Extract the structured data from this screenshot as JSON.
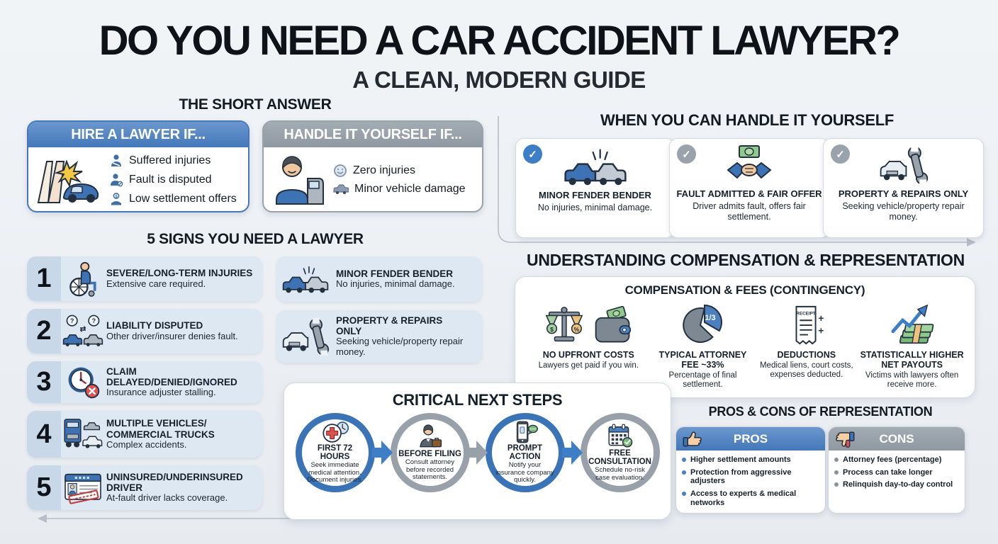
{
  "page": {
    "title": "DO YOU NEED A CAR ACCIDENT LAWYER?",
    "subtitle": "A CLEAN, MODERN GUIDE"
  },
  "short_answer": {
    "heading": "THE SHORT ANSWER",
    "hire_card": {
      "header": "HIRE A LAWYER IF...",
      "items": [
        {
          "label": "Suffered injuries"
        },
        {
          "label": "Fault is disputed"
        },
        {
          "label": "Low settlement offers"
        }
      ]
    },
    "diy_card": {
      "header": "HANDLE IT YOURSELF IF...",
      "items": [
        {
          "label": "Zero injuries"
        },
        {
          "label": "Minor vehicle damage"
        }
      ]
    }
  },
  "signs": {
    "heading": "5 SIGNS YOU NEED A LAWYER",
    "items": [
      {
        "number": "1",
        "title": "SEVERE/LONG-TERM INJURIES",
        "desc": "Extensive care required."
      },
      {
        "number": "2",
        "title": "LIABILITY DISPUTED",
        "desc": "Other driver/insurer denies fault."
      },
      {
        "number": "3",
        "title": "CLAIM DELAYED/DENIED/IGNORED",
        "desc": "Insurance adjuster stalling."
      },
      {
        "number": "4",
        "title": "MULTIPLE VEHICLES/ COMMERCIAL TRUCKS",
        "desc": "Complex accidents."
      },
      {
        "number": "5",
        "title": "UNINSURED/UNDERINSURED DRIVER",
        "desc": "At-fault driver lacks coverage."
      }
    ],
    "side_items": [
      {
        "title": "MINOR FENDER BENDER",
        "desc": "No injuries, minimal damage."
      },
      {
        "title": "PROPERTY & REPAIRS ONLY",
        "desc": "Seeking vehicle/property repair money."
      }
    ]
  },
  "diy_section": {
    "heading": "WHEN YOU CAN HANDLE IT YOURSELF",
    "cards": [
      {
        "title": "MINOR FENDER BENDER",
        "desc": "No injuries, minimal damage."
      },
      {
        "title": "FAULT ADMITTED & FAIR OFFER",
        "desc": "Driver admits fault, offers fair settlement."
      },
      {
        "title": "PROPERTY & REPAIRS ONLY",
        "desc": "Seeking vehicle/property repair money."
      }
    ]
  },
  "compensation": {
    "heading": "UNDERSTANDING COMPENSATION & REPRESENTATION",
    "panel_title": "COMPENSATION & FEES (CONTINGENCY)",
    "features": [
      {
        "title": "NO UPFRONT COSTS",
        "desc": "Lawyers get paid if you win."
      },
      {
        "title": "TYPICAL ATTORNEY FEE ~33%",
        "desc": "Percentage of final settlement.",
        "pie_label": "1/3"
      },
      {
        "title": "DEDUCTIONS",
        "desc": "Medical liens, court costs, expenses deducted.",
        "receipt_label": "RECEIPT"
      },
      {
        "title": "STATISTICALLY HIGHER NET PAYOUTS",
        "desc": "Victims with lawyers often receive more."
      }
    ]
  },
  "pros_cons": {
    "heading": "PROS & CONS OF REPRESENTATION",
    "pros": {
      "header": "PROS",
      "items": [
        "Higher settlement amounts",
        "Protection from aggressive adjusters",
        "Access to experts & medical networks"
      ]
    },
    "cons": {
      "header": "CONS",
      "items": [
        "Attorney fees (percentage)",
        "Process can take longer",
        "Relinquish day-to-day control"
      ]
    }
  },
  "next_steps": {
    "heading": "CRITICAL NEXT STEPS",
    "steps": [
      {
        "title": "FIRST 72 HOURS",
        "desc": "Seek immediate medical attention. Document injuries."
      },
      {
        "title": "BEFORE FILING",
        "desc": "Consult attorney before recorded statements."
      },
      {
        "title": "PROMPT ACTION",
        "desc": "Notify your insurance company quickly."
      },
      {
        "title": "FREE CONSULTATION",
        "desc": "Schedule no-risk case evaluation."
      }
    ]
  },
  "icons": {
    "check": "✓",
    "question": "?",
    "swap": "⇄",
    "dollar": "$",
    "percent": "%",
    "plus": "+"
  },
  "colors": {
    "accent_blue": "#4478ba",
    "neutral_gray": "#949ea7",
    "row_blue": "#dde8f2",
    "error_red": "#d9534f",
    "money_green": "#8fc98b"
  }
}
